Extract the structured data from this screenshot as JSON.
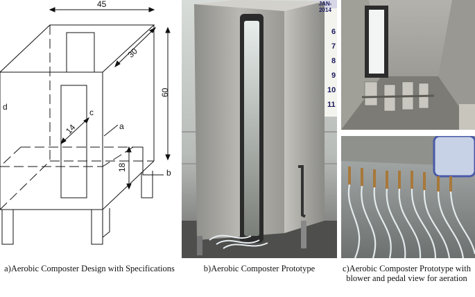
{
  "panel_a": {
    "dims": {
      "width": "45",
      "depth": "30",
      "height": "60",
      "window": "14",
      "base": "18"
    },
    "labels": {
      "a": "a",
      "b": "b",
      "c": "c",
      "d": "d"
    },
    "caption": "a)Aerobic Composter Design with Specifications"
  },
  "panel_b": {
    "caption": "b)Aerobic Composter Prototype",
    "calendar": {
      "header": "JAN-2014",
      "days": [
        "6",
        "7",
        "8",
        "9",
        "10",
        "11"
      ]
    }
  },
  "panel_c": {
    "caption": "c)Aerobic Composter Prototype with blower and pedal view for aeration"
  }
}
